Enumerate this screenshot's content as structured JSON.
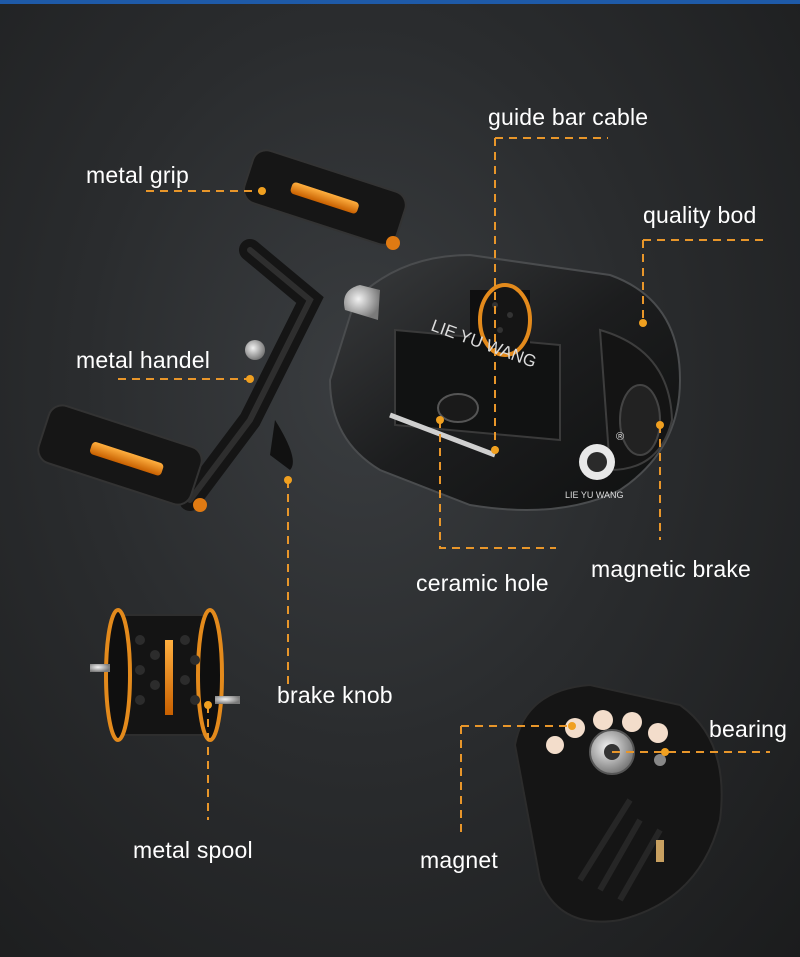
{
  "colors": {
    "accent": "#f0a020",
    "leader_line": "#e8962a",
    "text": "#ffffff",
    "background": "#2c2e30",
    "top_bar": "#1e5aa8"
  },
  "labels": {
    "guide_bar_cable": "guide bar cable",
    "metal_grip": "metal grip",
    "quality_bod": "quality bod",
    "metal_handel": "metal handel",
    "ceramic_hole": "ceramic hole",
    "magnetic_brake": "magnetic brake",
    "brake_knob": "brake knob",
    "bearing": "bearing",
    "metal_spool": "metal spool",
    "magnet": "magnet"
  },
  "brand": {
    "name_top": "LIE YU WANG",
    "name_side": "LIE YU WANG",
    "registered": "®"
  }
}
